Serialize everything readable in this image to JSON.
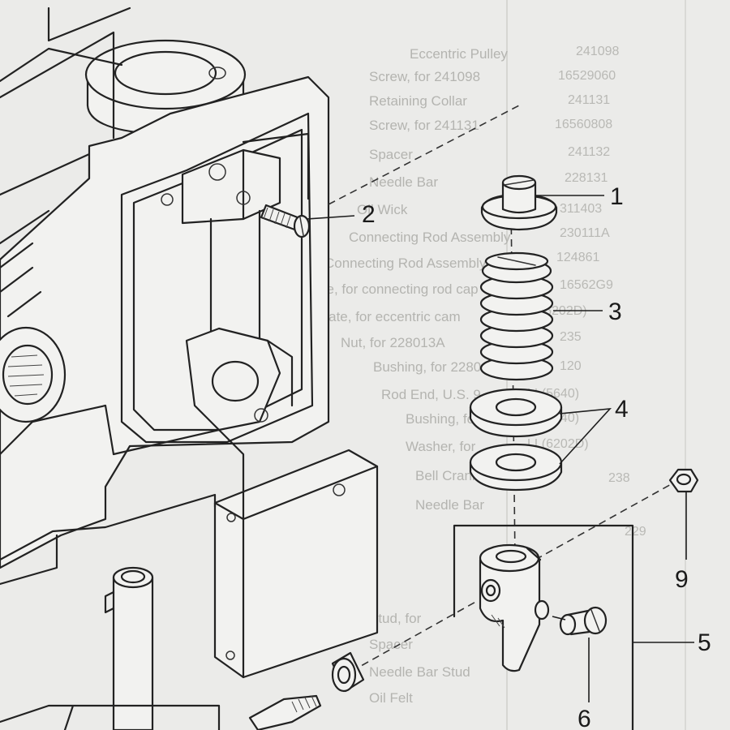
{
  "background_text": {
    "part_numbers": [
      "241098",
      "16529060",
      "241131",
      "16560808",
      "241132",
      "228131",
      "311403",
      "230111A",
      "124861",
      "16562G9",
      "LL(6202D)",
      "235",
      "120",
      "LL(5640)",
      "LL(5640)",
      "LL(6202D)",
      "238",
      "229"
    ],
    "descriptions": [
      "Eccentric Pulley",
      "Screw, for 241098",
      "Retaining Collar",
      "Screw, for 241131",
      "Spacer",
      "Needle Bar",
      "Oil Wick",
      "Connecting Rod Assembly",
      "Connecting Rod Assembly",
      "Sleeve, for connecting rod cap",
      "Plate, for eccentric cam",
      "Nut, for 228013A",
      "Bushing, for 228013A",
      "Rod End, U.S. 9",
      "Bushing, for",
      "Washer, for",
      "Bell Crank",
      "Needle Bar",
      "Stud, for",
      "Spacer",
      "Needle Bar Stud",
      "Oil Felt"
    ]
  },
  "callouts": [
    {
      "id": "1",
      "label": "1"
    },
    {
      "id": "2",
      "label": "2"
    },
    {
      "id": "3",
      "label": "3"
    },
    {
      "id": "4",
      "label": "4"
    },
    {
      "id": "5",
      "label": "5"
    },
    {
      "id": "6",
      "label": "6"
    },
    {
      "id": "9",
      "label": "9"
    }
  ],
  "colors": {
    "paper": "#ebebe9",
    "ink": "#222222",
    "ghost_text": "#b4b4b0"
  }
}
